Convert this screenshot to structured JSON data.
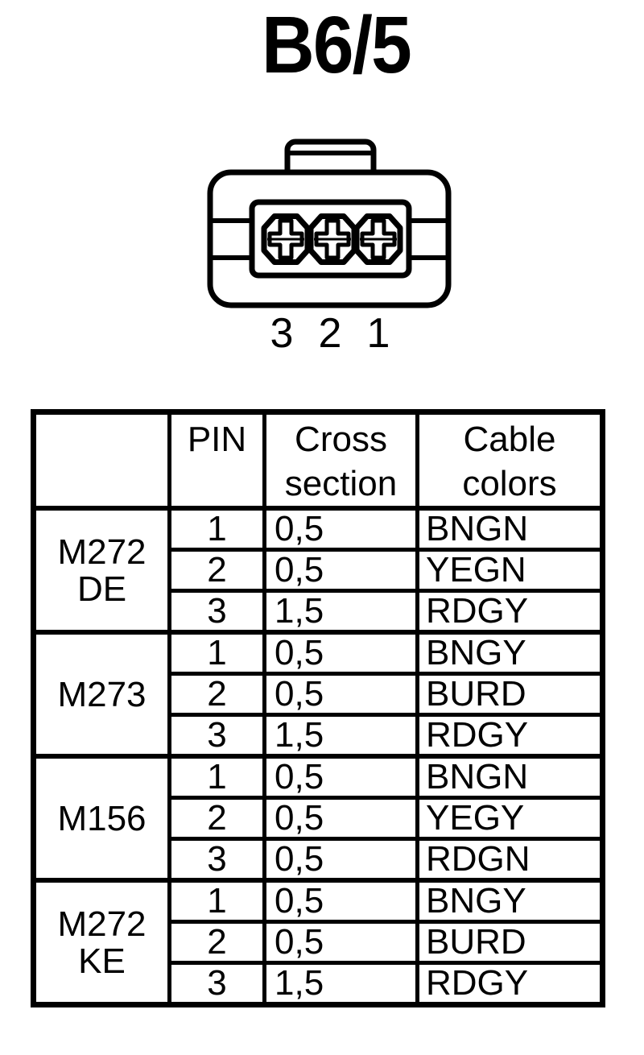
{
  "page": {
    "title": "B6/5"
  },
  "connector": {
    "pin_count": 3,
    "pin_labels": [
      "3",
      "2",
      "1"
    ]
  },
  "table": {
    "headers": {
      "engine": "",
      "pin": "PIN",
      "cross_section": "Cross section",
      "cable_colors": "Cable colors"
    },
    "groups": [
      {
        "engine": "M272 DE",
        "rows": [
          [
            "1",
            "0,5",
            "BNGN"
          ],
          [
            "2",
            "0,5",
            "YEGN"
          ],
          [
            "3",
            "1,5",
            "RDGY"
          ]
        ]
      },
      {
        "engine": "M273",
        "rows": [
          [
            "1",
            "0,5",
            "BNGY"
          ],
          [
            "2",
            "0,5",
            "BURD"
          ],
          [
            "3",
            "1,5",
            "RDGY"
          ]
        ]
      },
      {
        "engine": "M156",
        "rows": [
          [
            "1",
            "0,5",
            "BNGN"
          ],
          [
            "2",
            "0,5",
            "YEGY"
          ],
          [
            "3",
            "0,5",
            "RDGN"
          ]
        ]
      },
      {
        "engine": "M272 KE",
        "rows": [
          [
            "1",
            "0,5",
            "BNGY"
          ],
          [
            "2",
            "0,5",
            "BURD"
          ],
          [
            "3",
            "1,5",
            "RDGY"
          ]
        ]
      }
    ]
  },
  "colors": {
    "ink": "#000000",
    "background": "#ffffff"
  }
}
